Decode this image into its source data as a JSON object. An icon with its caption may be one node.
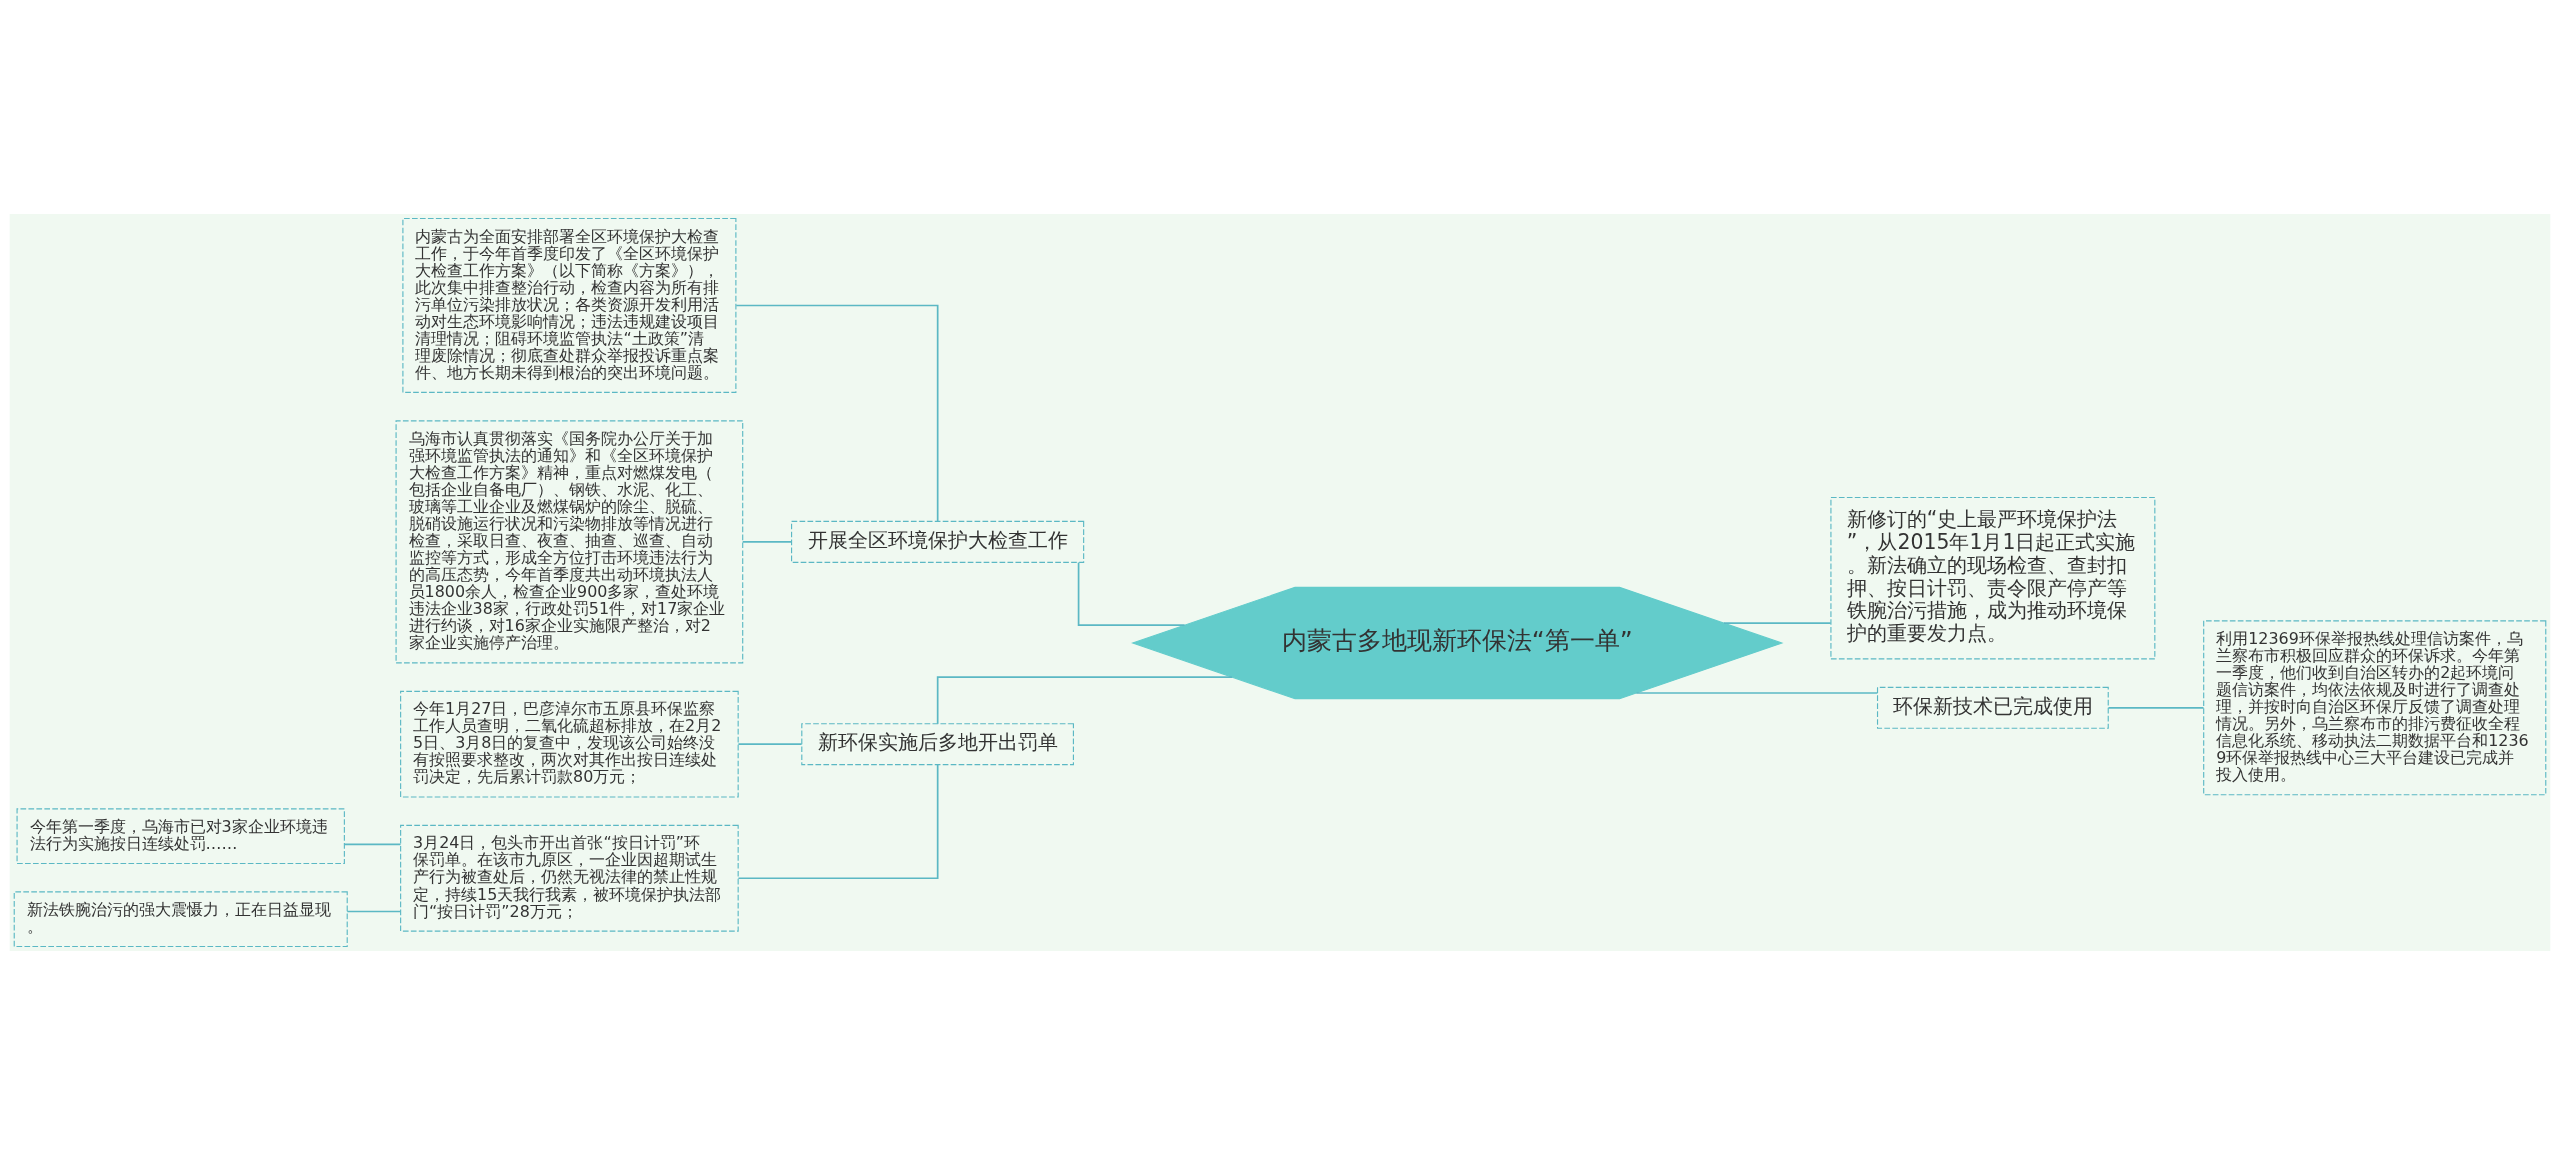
{
  "diagram": {
    "nodes": [
      {
        "text": [
          "内蒙古多地现新环保法“第一单”"
        ]
      },
      {
        "text": [
          "开展全区环境保护大检查工作"
        ]
      },
      {
        "text": [
          "内蒙古为全面安排部署全区环境保护大检查工作，于今年首季度印发了《全区环境保护大检查工作方案》（以下简称《方案》），此次集中排查整治行动，检查内容为所有排污单位污染排放状况；各类资源开发利用活动对生态环境影响情况；违法违规建设项目清理情况；阻碍环境监管执法“土政策”清理废除情况；彻底查处群众举报投诉重点案件、地方长期未得到根治的突出环境问题。"
        ]
      },
      {
        "text": [
          "乌海市认真贯彻落实《国务院办公厅关于加强环境监管执法的通知》和《全区环境保护大检查工作方案》精神，重点对燃煤发电（包括企业自备电厂）、钢铁、水泥、化工、玻璃等工业企业及燃煤锅炉的除尘、脱硫、脱硝设施运行状况和污染物排放等情况进行检查，采取日查、夜查、抽查、巡查、自动监控等方式，形成全方位打击环境违法行为的高压态势，今年首季度共出动环境执法人员1800余人，检查企业900多家，查处环境违法企业38家，行政处罚51件，对17家企业进行约谈，对16家企业实施限产整治，对2家企业实施停产治理。"
        ]
      },
      {
        "text": [
          "新环保实施后多地开出罚单"
        ]
      },
      {
        "text": [
          "今年1月27日，巴彦淖尔市五原县环保监察工作人员查明，二氧化硫超标排放，在2月25日、3月8日的复查中，发现该公司始终没有按照要求整改，两次对其作出按日连续处罚决定，先后累计罚款80万元；"
        ]
      },
      {
        "text": [
          "3月24日，包头市开出首张“按日计罚”环保罚单。在该市九原区，一企业因超期试生产行为被查处后，仍然无视法律的禁止性规定，持续15天我行我素，被环境保护执法部门“按日计罚”28万元；"
        ]
      },
      {
        "text": [
          "今年第一季度，乌海市已对3家企业环境违法行为实施按日连续处罚……"
        ]
      },
      {
        "text": [
          "新法铁腕治污的强大震慑力，正在日益显现。"
        ]
      },
      {
        "text": [
          "新修订的“史上最严环境保护法”，从2015年1月1日起正式实施。新法确立的现场检查、查封扣押、按日计罚、责令限产停产等铁腕治污措施，成为推动环境保护的重要发力点。"
        ]
      },
      {
        "text": [
          "环保新技术已完成使用"
        ]
      },
      {
        "text": [
          "利用12369环保举报热线处理信访案件，乌兰察布市积极回应群众的环保诉求。今年第一季度，他们收到自治区转办的2起环境问题信访案件，均依法依规及时进行了调查处理，并按时向自治区环保厅反馈了调查处理情况。另外，乌兰察布市的排污费征收全程信息化系统、移动执法二期数据平台和12369环保举报热线中心三大平台建设已完成并投入使用。"
        ]
      }
    ],
    "edges": [
      {
        "from": 2,
        "to": 1,
        "arrow": "none"
      },
      {
        "from": 3,
        "to": 1,
        "arrow": "none"
      },
      {
        "from": 1,
        "to": 0,
        "arrow": "none"
      },
      {
        "from": 5,
        "to": 4,
        "arrow": "none"
      },
      {
        "from": 7,
        "to": 6,
        "arrow": "none"
      },
      {
        "from": 8,
        "to": 6,
        "arrow": "none"
      },
      {
        "from": 6,
        "to": 4,
        "arrow": "none"
      },
      {
        "from": 4,
        "to": 0,
        "arrow": "none"
      },
      {
        "from": 0,
        "to": 9,
        "arrow": "none"
      },
      {
        "from": 0,
        "to": 10,
        "arrow": "none"
      },
      {
        "from": 10,
        "to": 11,
        "arrow": "none"
      }
    ]
  }
}
